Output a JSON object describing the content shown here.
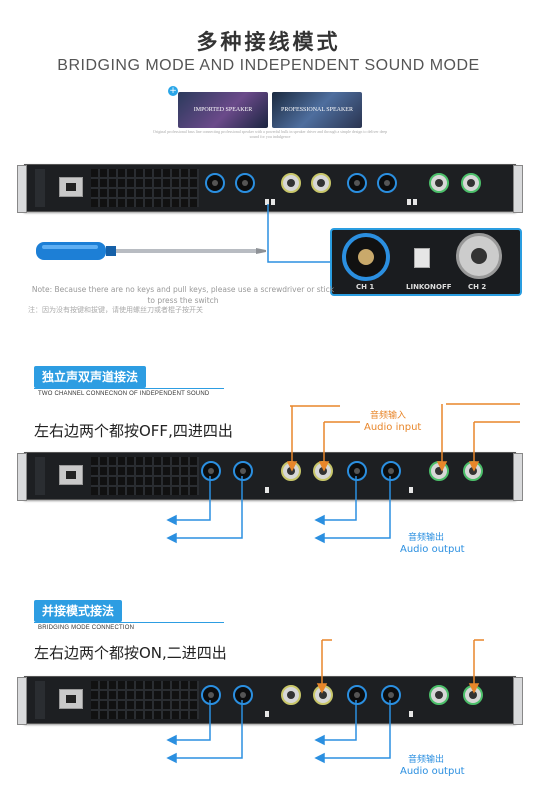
{
  "header": {
    "title_cn": "多种接线模式",
    "title_en": "BRIDGING MODE AND INDEPENDENT SOUND MODE"
  },
  "thumbs": {
    "left_label": "IMPORTED SPEAKER",
    "right_label": "PROFESSIONAL SPEAKER",
    "caption": "Original professional bass line connecting professional speaker with a powerful bulk in speaker driver and through a simple design to deliver deep sound for you indulgence"
  },
  "zoom": {
    "ch1": "CH 1",
    "ch2": "CH 2",
    "link": "LINK",
    "on": "ON",
    "off": "OFF"
  },
  "note": {
    "en": "Note: Because there are no keys and pull keys, please use a screwdriver or stick to press the switch",
    "cn": "注：因为没有按键和拔键，请使用螺丝刀或者棍子按开关"
  },
  "section1": {
    "pill": "独立声双声道接法",
    "sub_en": "TWO CHANNEL CONNECNON OF INDEPENDENT SOUND",
    "instruction": "左右边两个都按OFF,四进四出",
    "input_cn": "音频输入",
    "input_en": "Audio input",
    "output_cn": "音频输出",
    "output_en": "Audio output"
  },
  "section2": {
    "pill": "并接模式接法",
    "sub_en": "BRIDGING MODE CONNECTION",
    "instruction": "左右边两个都按ON,二进四出",
    "output_cn": "音频输出",
    "output_en": "Audio output"
  },
  "colors": {
    "accent_blue": "#2b8fe0",
    "input_orange": "#e8862a"
  }
}
